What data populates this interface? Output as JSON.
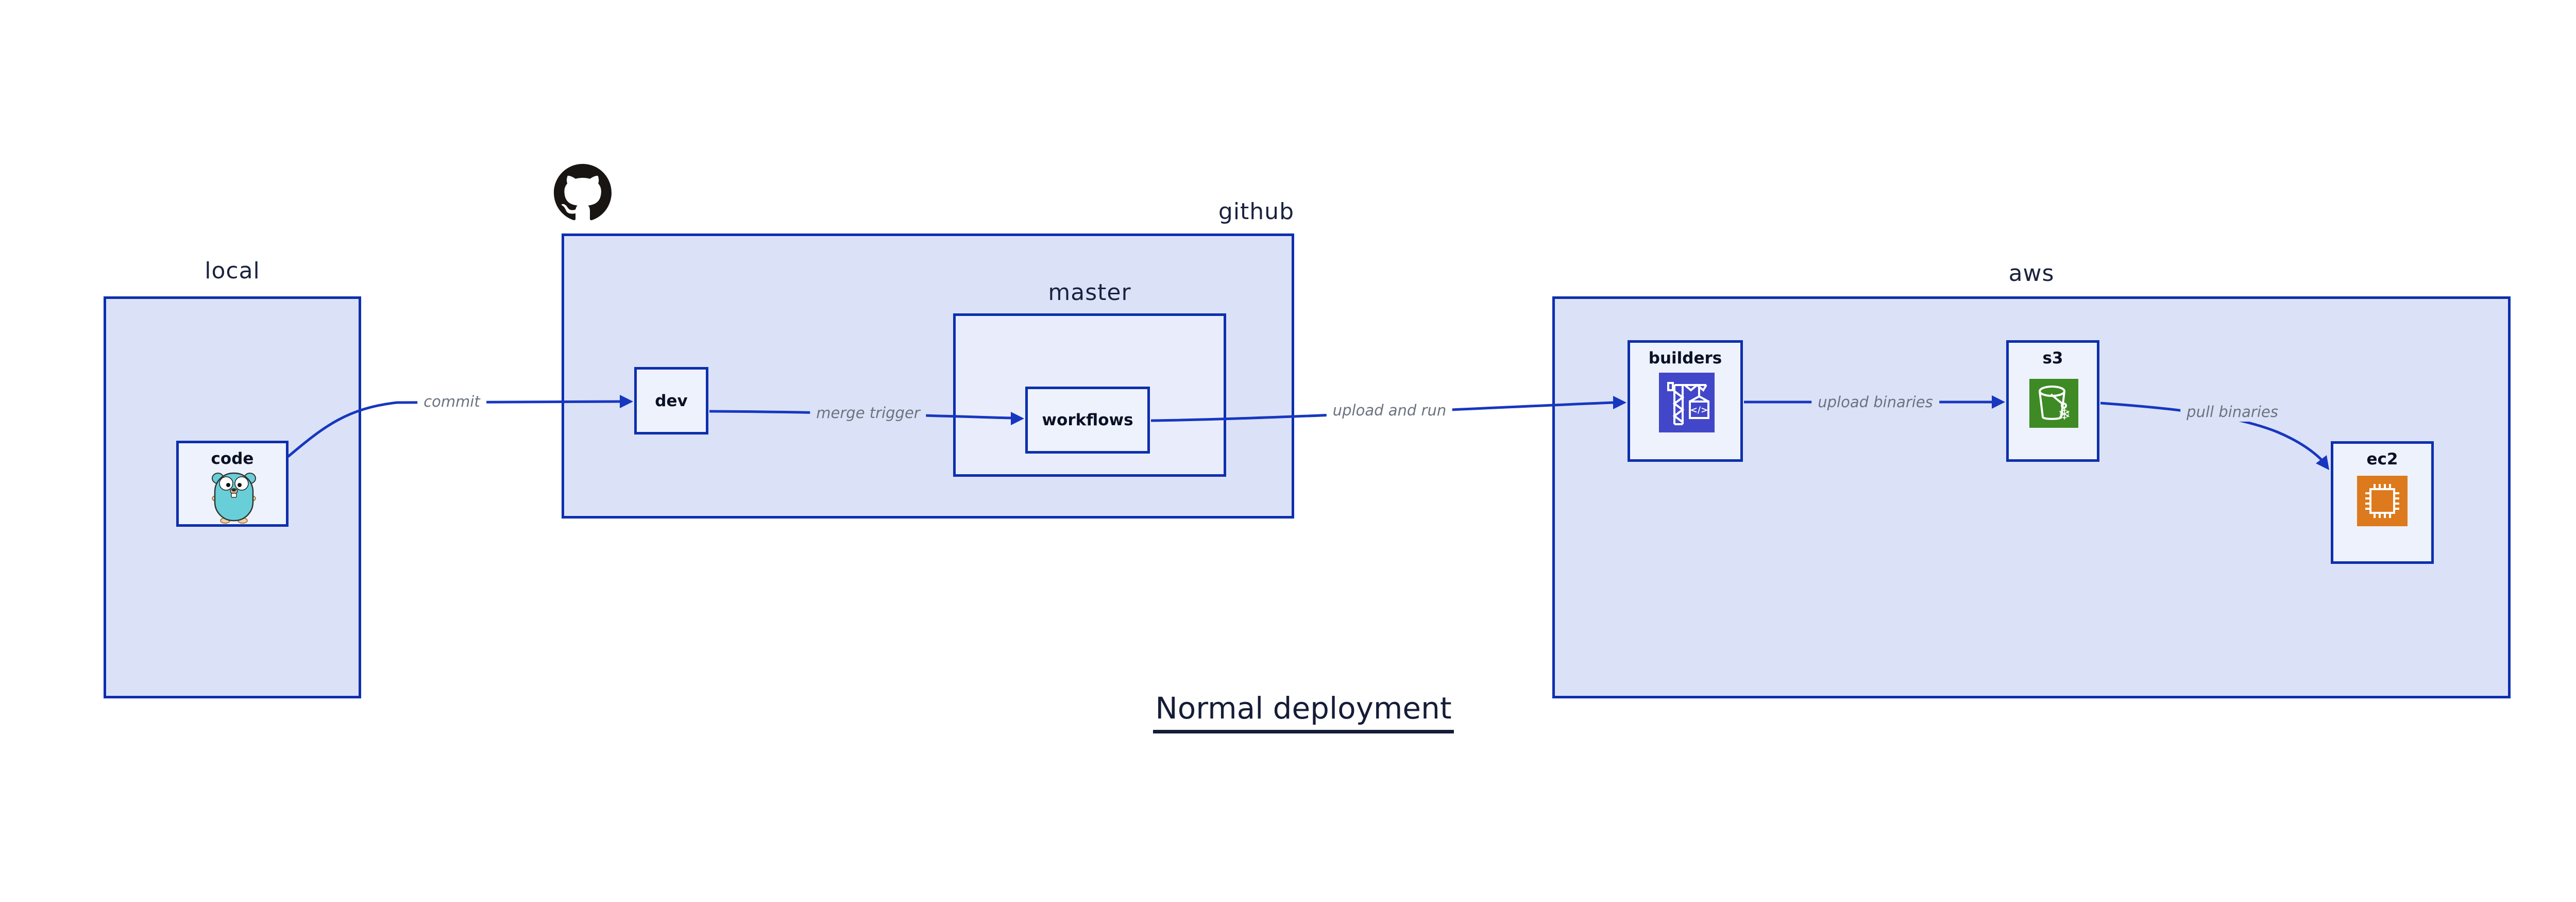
{
  "title": {
    "text": "Normal deployment"
  },
  "groups": {
    "local": {
      "label": "local"
    },
    "github": {
      "label": "github"
    },
    "master": {
      "label": "master"
    },
    "aws": {
      "label": "aws"
    }
  },
  "nodes": {
    "code": {
      "label": "code",
      "icon": "go-gopher-icon"
    },
    "dev": {
      "label": "dev"
    },
    "workflows": {
      "label": "workflows"
    },
    "builders": {
      "label": "builders",
      "icon": "codebuild-crane-icon",
      "icon_code_glyph": "</>"
    },
    "s3": {
      "label": "s3",
      "icon": "s3-bucket-icon"
    },
    "ec2": {
      "label": "ec2",
      "icon": "ec2-chip-icon"
    }
  },
  "edges": {
    "commit": {
      "label": "commit"
    },
    "merge_trigger": {
      "label": "merge trigger"
    },
    "upload_and_run": {
      "label": "upload and run"
    },
    "upload_binaries": {
      "label": "upload binaries"
    },
    "pull_binaries": {
      "label": "pull binaries"
    }
  },
  "logo": {
    "name": "github-octocat-icon"
  },
  "colors": {
    "group_fill": "#dbe2f7",
    "sub_fill": "#e9edfb",
    "leaf_fill": "#eef2fc",
    "border_blue": "#0d2fae",
    "edge_blue": "#1737c0",
    "edge_label_gray": "#6b7380",
    "label_navy": "#1a2240",
    "leaf_label_navy": "#0a1025",
    "builders_icon_bg": "#4247c9",
    "s3_icon_bg": "#3e8a25",
    "ec2_icon_bg": "#dd7a1d",
    "gopher_teal": "#68cfd8",
    "octocat_black": "#191513"
  }
}
